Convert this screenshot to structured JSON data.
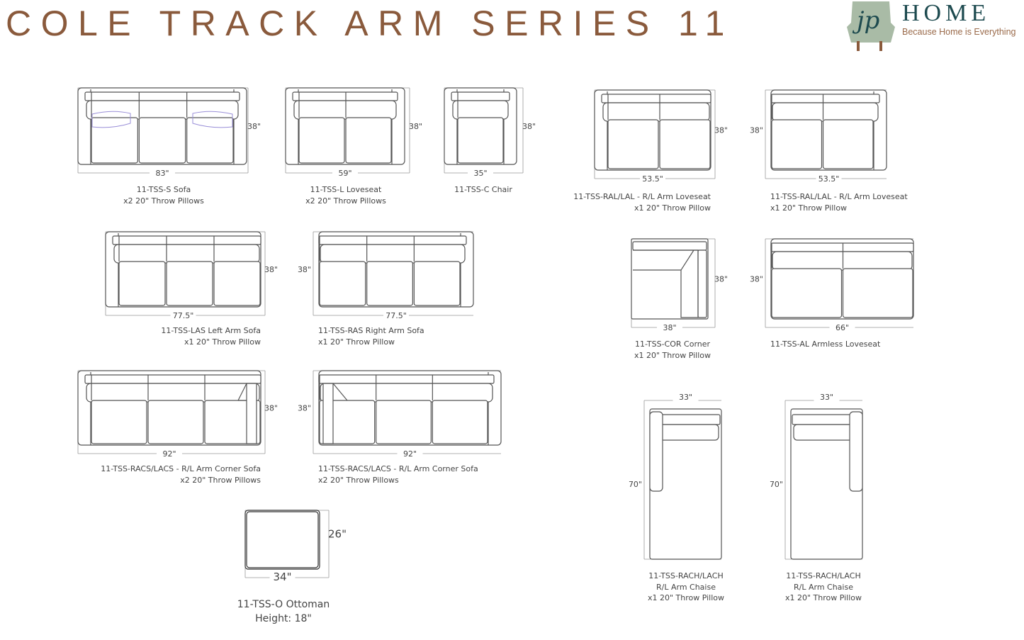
{
  "title": "COLE TRACK ARM SERIES 11",
  "logo": {
    "monogram": "jp",
    "name": "HOME",
    "tagline": "Because Home is Everything"
  },
  "colors": {
    "title": "#8a5a3c",
    "logo_chair": "#a9bba6",
    "logo_text": "#1d4a4f",
    "line": "#555555",
    "pillow": "#9a8fd8"
  },
  "items": [
    {
      "lines": [
        "11-TSS-S Sofa",
        "x2 20\" Throw Pillows"
      ],
      "width": "83\"",
      "height": "38\""
    },
    {
      "lines": [
        "11-TSS-L Loveseat",
        "x2 20\" Throw Pillows"
      ],
      "width": "59\"",
      "height": "38\""
    },
    {
      "lines": [
        "11-TSS-C Chair"
      ],
      "width": "35\"",
      "height": "38\""
    },
    {
      "lines": [
        "11-TSS-RAL/LAL - R/L Arm Loveseat",
        "x1 20\" Throw Pillow"
      ],
      "width": "53.5\"",
      "height": "38\""
    },
    {
      "lines": [
        "11-TSS-RAL/LAL - R/L Arm Loveseat",
        "x1 20\" Throw Pillow"
      ],
      "width": "53.5\"",
      "height": "38\""
    },
    {
      "lines": [
        "11-TSS-LAS Left Arm Sofa",
        "x1 20\" Throw Pillow"
      ],
      "width": "77.5\"",
      "height": "38\""
    },
    {
      "lines": [
        "11-TSS-RAS Right Arm Sofa",
        "x1 20\" Throw Pillow"
      ],
      "width": "77.5\"",
      "height": "38\""
    },
    {
      "lines": [
        "11-TSS-COR Corner",
        "x1 20\" Throw Pillow"
      ],
      "width": "38\"",
      "height": "38\""
    },
    {
      "lines": [
        "11-TSS-AL Armless Loveseat"
      ],
      "width": "66\"",
      "height": "38\""
    },
    {
      "lines": [
        "11-TSS-RACS/LACS - R/L Arm Corner Sofa",
        "x2 20\" Throw Pillows"
      ],
      "width": "92\"",
      "height": "38\""
    },
    {
      "lines": [
        "11-TSS-RACS/LACS - R/L Arm Corner Sofa",
        "x2 20\" Throw Pillows"
      ],
      "width": "92\"",
      "height": "38\""
    },
    {
      "lines": [
        "11-TSS-O Ottoman",
        "Height: 18\""
      ],
      "width": "34\"",
      "height": "26\""
    },
    {
      "lines": [
        "11-TSS-RACH/LACH",
        "R/L Arm Chaise",
        "x1 20\" Throw Pillow"
      ],
      "width": "33\"",
      "height": "70\""
    },
    {
      "lines": [
        "11-TSS-RACH/LACH",
        "R/L Arm Chaise",
        "x1 20\" Throw Pillow"
      ],
      "width": "33\"",
      "height": "70\""
    }
  ]
}
